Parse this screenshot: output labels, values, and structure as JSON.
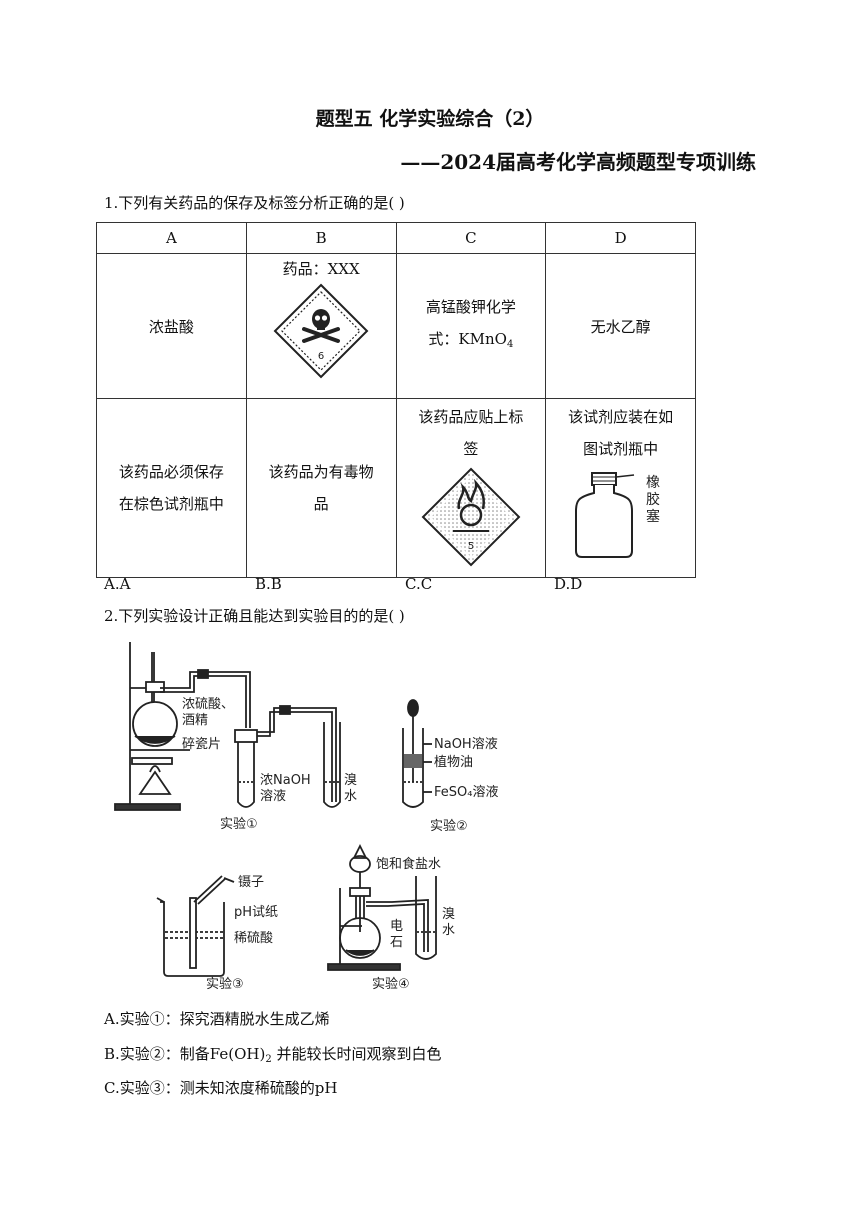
{
  "header": {
    "title": "题型五 化学实验综合（2）",
    "subtitle": "——2024届高考化学高频题型专项训练"
  },
  "q1": {
    "stem": "1.下列有关药品的保存及标签分析正确的是(   )",
    "columns": [
      "A",
      "B",
      "C",
      "D"
    ],
    "row1": {
      "a": "浓盐酸",
      "b_label": "药品：XXX",
      "b_sign_number": "6",
      "c_line1": "高锰酸钾化学",
      "c_line2_prefix": "式：",
      "c_formula_main": "KMnO",
      "c_formula_sub": "4",
      "d": "无水乙醇"
    },
    "row2": {
      "a_line1": "该药品必须保存",
      "a_line2": "在棕色试剂瓶中",
      "b_line1": "该药品为有毒物",
      "b_line2": "品",
      "c_line1": "该药品应贴上标",
      "c_line2": "签",
      "c_sign_number": "5",
      "d_line1": "该试剂应装在如",
      "d_line2": "图试剂瓶中",
      "d_bottle_label": [
        "橡",
        "胶",
        "塞"
      ]
    },
    "options": [
      "A.A",
      "B.B",
      "C.C",
      "D.D"
    ]
  },
  "q2": {
    "stem": "2.下列实验设计正确且能达到实验目的的是(   )",
    "exp1": {
      "label_top1": "浓硫酸、",
      "label_top2": "酒精",
      "label_chips": "碎瓷片",
      "label_naoh1": "浓NaOH",
      "label_naoh2": "溶液",
      "label_br1": "溴",
      "label_br2": "水",
      "caption": "实验①"
    },
    "exp2": {
      "label1": "NaOH溶液",
      "label2": "植物油",
      "label3": "FeSO₄溶液",
      "caption": "实验②"
    },
    "exp3": {
      "label1": "镊子",
      "label2": "pH试纸",
      "label3": "稀硫酸",
      "caption": "实验③"
    },
    "exp4": {
      "label1": "饱和食盐水",
      "label_dian": "电",
      "label_shi": "石",
      "label_br1": "溴",
      "label_br2": "水",
      "caption": "实验④"
    },
    "optA": "A.实验①：探究酒精脱水生成乙烯",
    "optB_prefix": "B.实验②：制备",
    "optB_formula": "Fe(OH)",
    "optB_sub": "2",
    "optB_suffix": "并能较长时间观察到白色",
    "optC": "C.实验③：测未知浓度稀硫酸的pH"
  }
}
